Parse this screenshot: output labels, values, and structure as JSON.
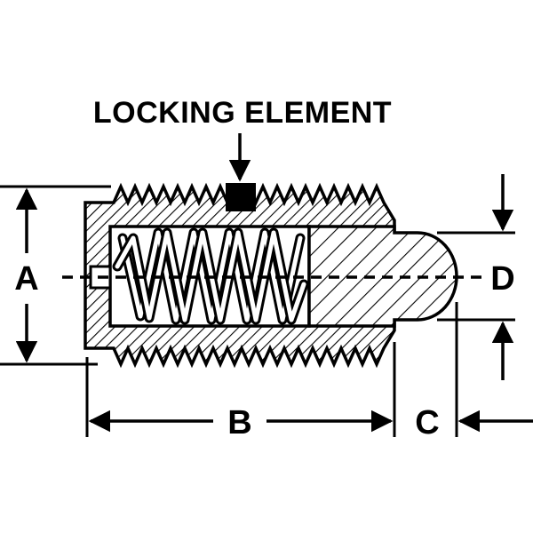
{
  "diagram": {
    "title": "LOCKING ELEMENT",
    "dimensions": {
      "a": "A",
      "b": "B",
      "c": "C",
      "d": "D"
    }
  },
  "colors": {
    "ink": "#000000",
    "background": "#ffffff"
  }
}
